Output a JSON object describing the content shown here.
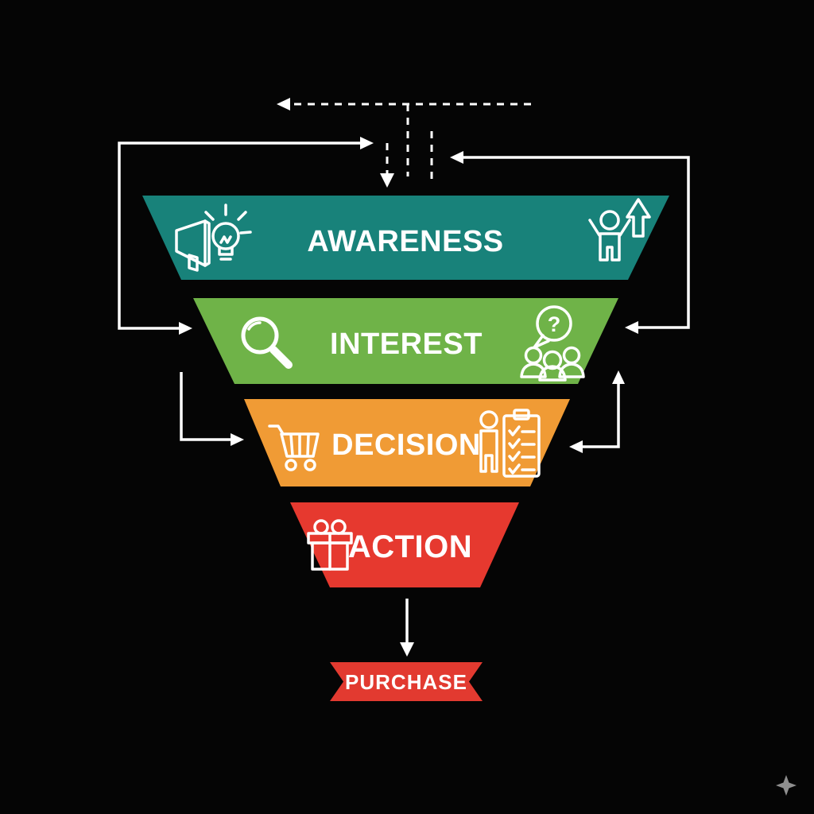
{
  "canvas": {
    "background": "#050505",
    "ink": "#FFFFFF"
  },
  "funnel": {
    "stages": [
      {
        "id": "awareness",
        "label": "AWARENESS",
        "color": "#18827A",
        "icons": [
          "megaphone-icon",
          "lightbulb-icon",
          "celebrating-person-icon",
          "growth-arrow-icon"
        ]
      },
      {
        "id": "interest",
        "label": "INTEREST",
        "color": "#6FB348",
        "bubble_text": "?",
        "icons": [
          "magnifier-icon",
          "audience-question-icon"
        ]
      },
      {
        "id": "decision",
        "label": "DECISION",
        "color": "#F09B35",
        "icons": [
          "shopping-cart-icon",
          "person-checklist-icon"
        ]
      },
      {
        "id": "action",
        "label": "ACTION",
        "color": "#E6392F",
        "icons": [
          "gift-box-icon"
        ]
      }
    ],
    "outcome": {
      "label": "PURCHASE",
      "color": "#E23A30"
    }
  },
  "decor": {
    "sparkle_color": "#8F8F8F"
  }
}
